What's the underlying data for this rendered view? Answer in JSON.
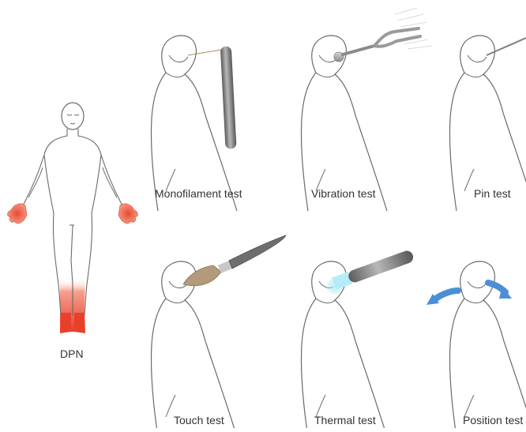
{
  "figure": {
    "body_label": "DPN",
    "tests": [
      {
        "label": "Monofilament test"
      },
      {
        "label": "Vibration test"
      },
      {
        "label": "Pin test"
      },
      {
        "label": "Touch test"
      },
      {
        "label": "Thermal test"
      },
      {
        "label": "Position test"
      }
    ]
  },
  "colors": {
    "outline": "#6a6a6a",
    "affected_red": "#e8402a",
    "instrument_gray": "#6f6f6f",
    "thermal_glow": "#7fd8f0",
    "arrow_blue": "#4a8fd6"
  }
}
